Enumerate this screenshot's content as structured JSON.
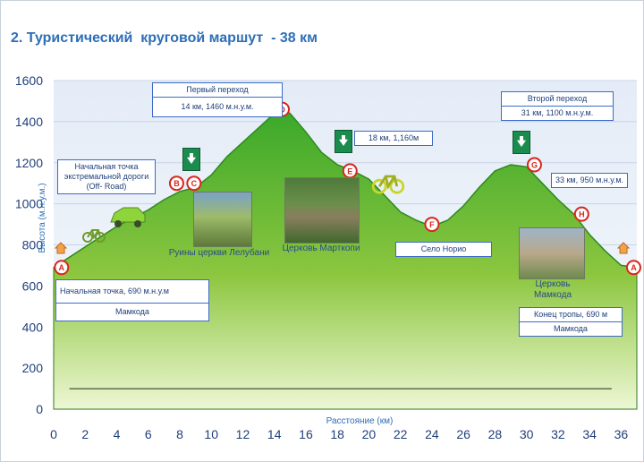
{
  "title": "2. Туристический  круговой маршут  - 38 км",
  "chart_data": {
    "type": "area",
    "xlabel": "Расстояние (км)",
    "ylabel": "Высота (м.н.у.м.)",
    "xlim": [
      0,
      37
    ],
    "ylim": [
      0,
      1600
    ],
    "x_ticks": [
      0,
      2,
      4,
      6,
      8,
      10,
      12,
      14,
      16,
      18,
      20,
      22,
      24,
      26,
      28,
      30,
      32,
      34,
      36
    ],
    "y_ticks": [
      0,
      200,
      400,
      600,
      800,
      1000,
      1200,
      1400,
      1600
    ],
    "grid": true,
    "series": [
      {
        "x": [
          0,
          1,
          2,
          3,
          4,
          5,
          6,
          7,
          8,
          9,
          10,
          11,
          12,
          13,
          14,
          14.5,
          15,
          16,
          17,
          18,
          19,
          20,
          21,
          22,
          23,
          24,
          25,
          26,
          27,
          28,
          29,
          30,
          31,
          32,
          33,
          34,
          35,
          36,
          37
        ],
        "y": [
          690,
          740,
          790,
          840,
          890,
          930,
          970,
          1020,
          1060,
          1080,
          1140,
          1230,
          1300,
          1370,
          1440,
          1460,
          1440,
          1350,
          1250,
          1190,
          1160,
          1120,
          1040,
          960,
          920,
          890,
          920,
          990,
          1080,
          1160,
          1190,
          1180,
          1100,
          1020,
          950,
          850,
          770,
          700,
          690
        ]
      }
    ]
  },
  "markers": [
    {
      "letter": "A",
      "x": 0.5,
      "y": 690
    },
    {
      "letter": "B",
      "x": 7.8,
      "y": 1100
    },
    {
      "letter": "C",
      "x": 8.9,
      "y": 1100
    },
    {
      "letter": "D",
      "x": 14.5,
      "y": 1460
    },
    {
      "letter": "E",
      "x": 18.8,
      "y": 1160
    },
    {
      "letter": "F",
      "x": 24,
      "y": 900
    },
    {
      "letter": "G",
      "x": 30.5,
      "y": 1190
    },
    {
      "letter": "H",
      "x": 33.5,
      "y": 950
    },
    {
      "letter": "A",
      "x": 36.8,
      "y": 690
    }
  ],
  "callouts": {
    "start": [
      "Начальная точка, 690 м.н.у.м",
      "Мамкода"
    ],
    "off_road": [
      "Начальная точка экстремальной дороги (Off- Road)"
    ],
    "first_pass": [
      "Первый переход",
      "14 км, 1460 м.н.у.м."
    ],
    "point_e": [
      "18 км, 1,160м"
    ],
    "second_pass": [
      "Второй   переход",
      "31 км, 1100 м.н.у.м."
    ],
    "point_h": [
      "33 км, 950 м.н.у.м."
    ],
    "village": [
      "Село Норио"
    ],
    "end": [
      "Конец тропы, 690  м",
      "Мамкода"
    ]
  },
  "labels": {
    "ruins": "Руины церкви Лелубани",
    "church_martkopi": "Церковь Марткопи",
    "church_mamkoda": "Церковь Мамкода"
  },
  "colors": {
    "fill_top": "#3aa82a",
    "fill_bottom": "#e6f4c2",
    "line": "#2f7a1f",
    "marker": "#d8261c",
    "callout_border": "#3b6cc7",
    "axis_text": "#1f3f7a"
  }
}
